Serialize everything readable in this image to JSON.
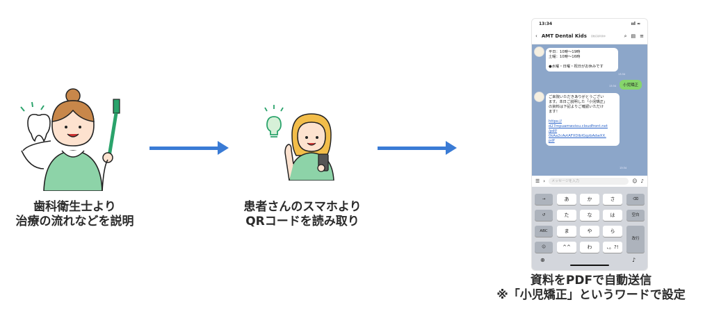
{
  "steps": [
    {
      "caption_line1": "歯科衛生士より",
      "caption_line2": "治療の流れなどを説明"
    },
    {
      "caption_line1": "患者さんのスマホより",
      "caption_line2": "QRコードを読み取り"
    },
    {
      "caption_line1": "資料をPDFで自動送信",
      "caption_line2": "※「小児矯正」というワードで設定"
    }
  ],
  "phone": {
    "time": "13:34",
    "signal": "ııl ≈",
    "chat_title": "AMT Dental Kids",
    "chat_subtitle": "自動応答利用中",
    "message1": {
      "line1": "平日：10時〜19時",
      "line2": "土曜：10時〜16時",
      "line3": "",
      "line4": "●水曜・日曜・祝日がお休みです"
    },
    "time1": "13:34",
    "sent": "小児矯正",
    "time_sent": "13:34",
    "message2": {
      "line1": "ご来院いただきありがとうござい",
      "line2": "ます。本日ご説明した「小児矯正」",
      "line3": "の資料は下記よりご確認いただけ",
      "line4": "ます！",
      "link1": "https://",
      "link2": "d27mpuamwvieu.cloudfront.net",
      "link3": "/pdf/",
      "link4": "0kAa2cAvtAFXDIbIGqzbAdwXX.",
      "link5": "pdf"
    },
    "time2": "13:34",
    "input_placeholder": "メッセージを入力",
    "keyboard": {
      "row1": [
        "→",
        "あ",
        "か",
        "さ",
        "⌫"
      ],
      "row2": [
        "↺",
        "た",
        "な",
        "は",
        "空白"
      ],
      "row3": [
        "ABC",
        "ま",
        "や",
        "ら",
        "改行"
      ],
      "row4": [
        "☺",
        "^^",
        "わ",
        "、。?!"
      ]
    }
  },
  "colors": {
    "arrow": "#3a7bd5",
    "chat_bg": "#8ca6c9",
    "sent_bubble": "#86d66c",
    "shirt": "#8dd3a8"
  }
}
